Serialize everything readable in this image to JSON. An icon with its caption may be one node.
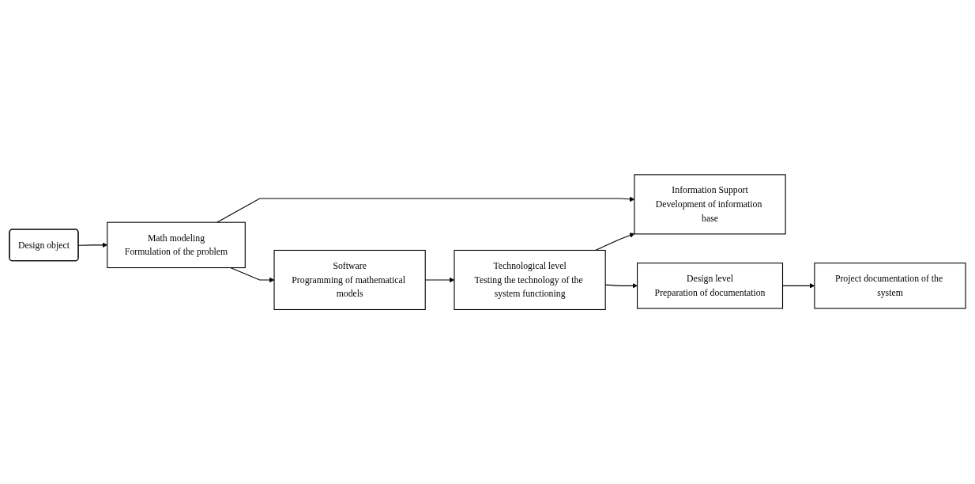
{
  "diagram": {
    "nodes": [
      {
        "text": [
          "Design object"
        ]
      },
      {
        "text": [
          "Math modeling",
          "Formulation of the problem"
        ]
      },
      {
        "text": [
          "Software",
          "Programming of mathematical models"
        ]
      },
      {
        "text": [
          "Technological level",
          "Testing the technology of the system functioning"
        ]
      },
      {
        "text": [
          "Information Support",
          "Development of information base"
        ]
      },
      {
        "text": [
          "Project documentation of the system"
        ]
      },
      {
        "text": [
          "Design level",
          "Preparation of documentation"
        ]
      }
    ],
    "edges": [
      {
        "from": 0,
        "to": 1,
        "arrow": "to"
      },
      {
        "from": 1,
        "to": 2,
        "arrow": "to"
      },
      {
        "from": 2,
        "to": 3,
        "arrow": "to"
      },
      {
        "from": 1,
        "to": 4,
        "arrow": "to"
      },
      {
        "from": 3,
        "to": 4,
        "arrow": "to"
      },
      {
        "from": 3,
        "to": 6,
        "arrow": "to"
      },
      {
        "from": 6,
        "to": 5,
        "arrow": "to"
      }
    ]
  }
}
